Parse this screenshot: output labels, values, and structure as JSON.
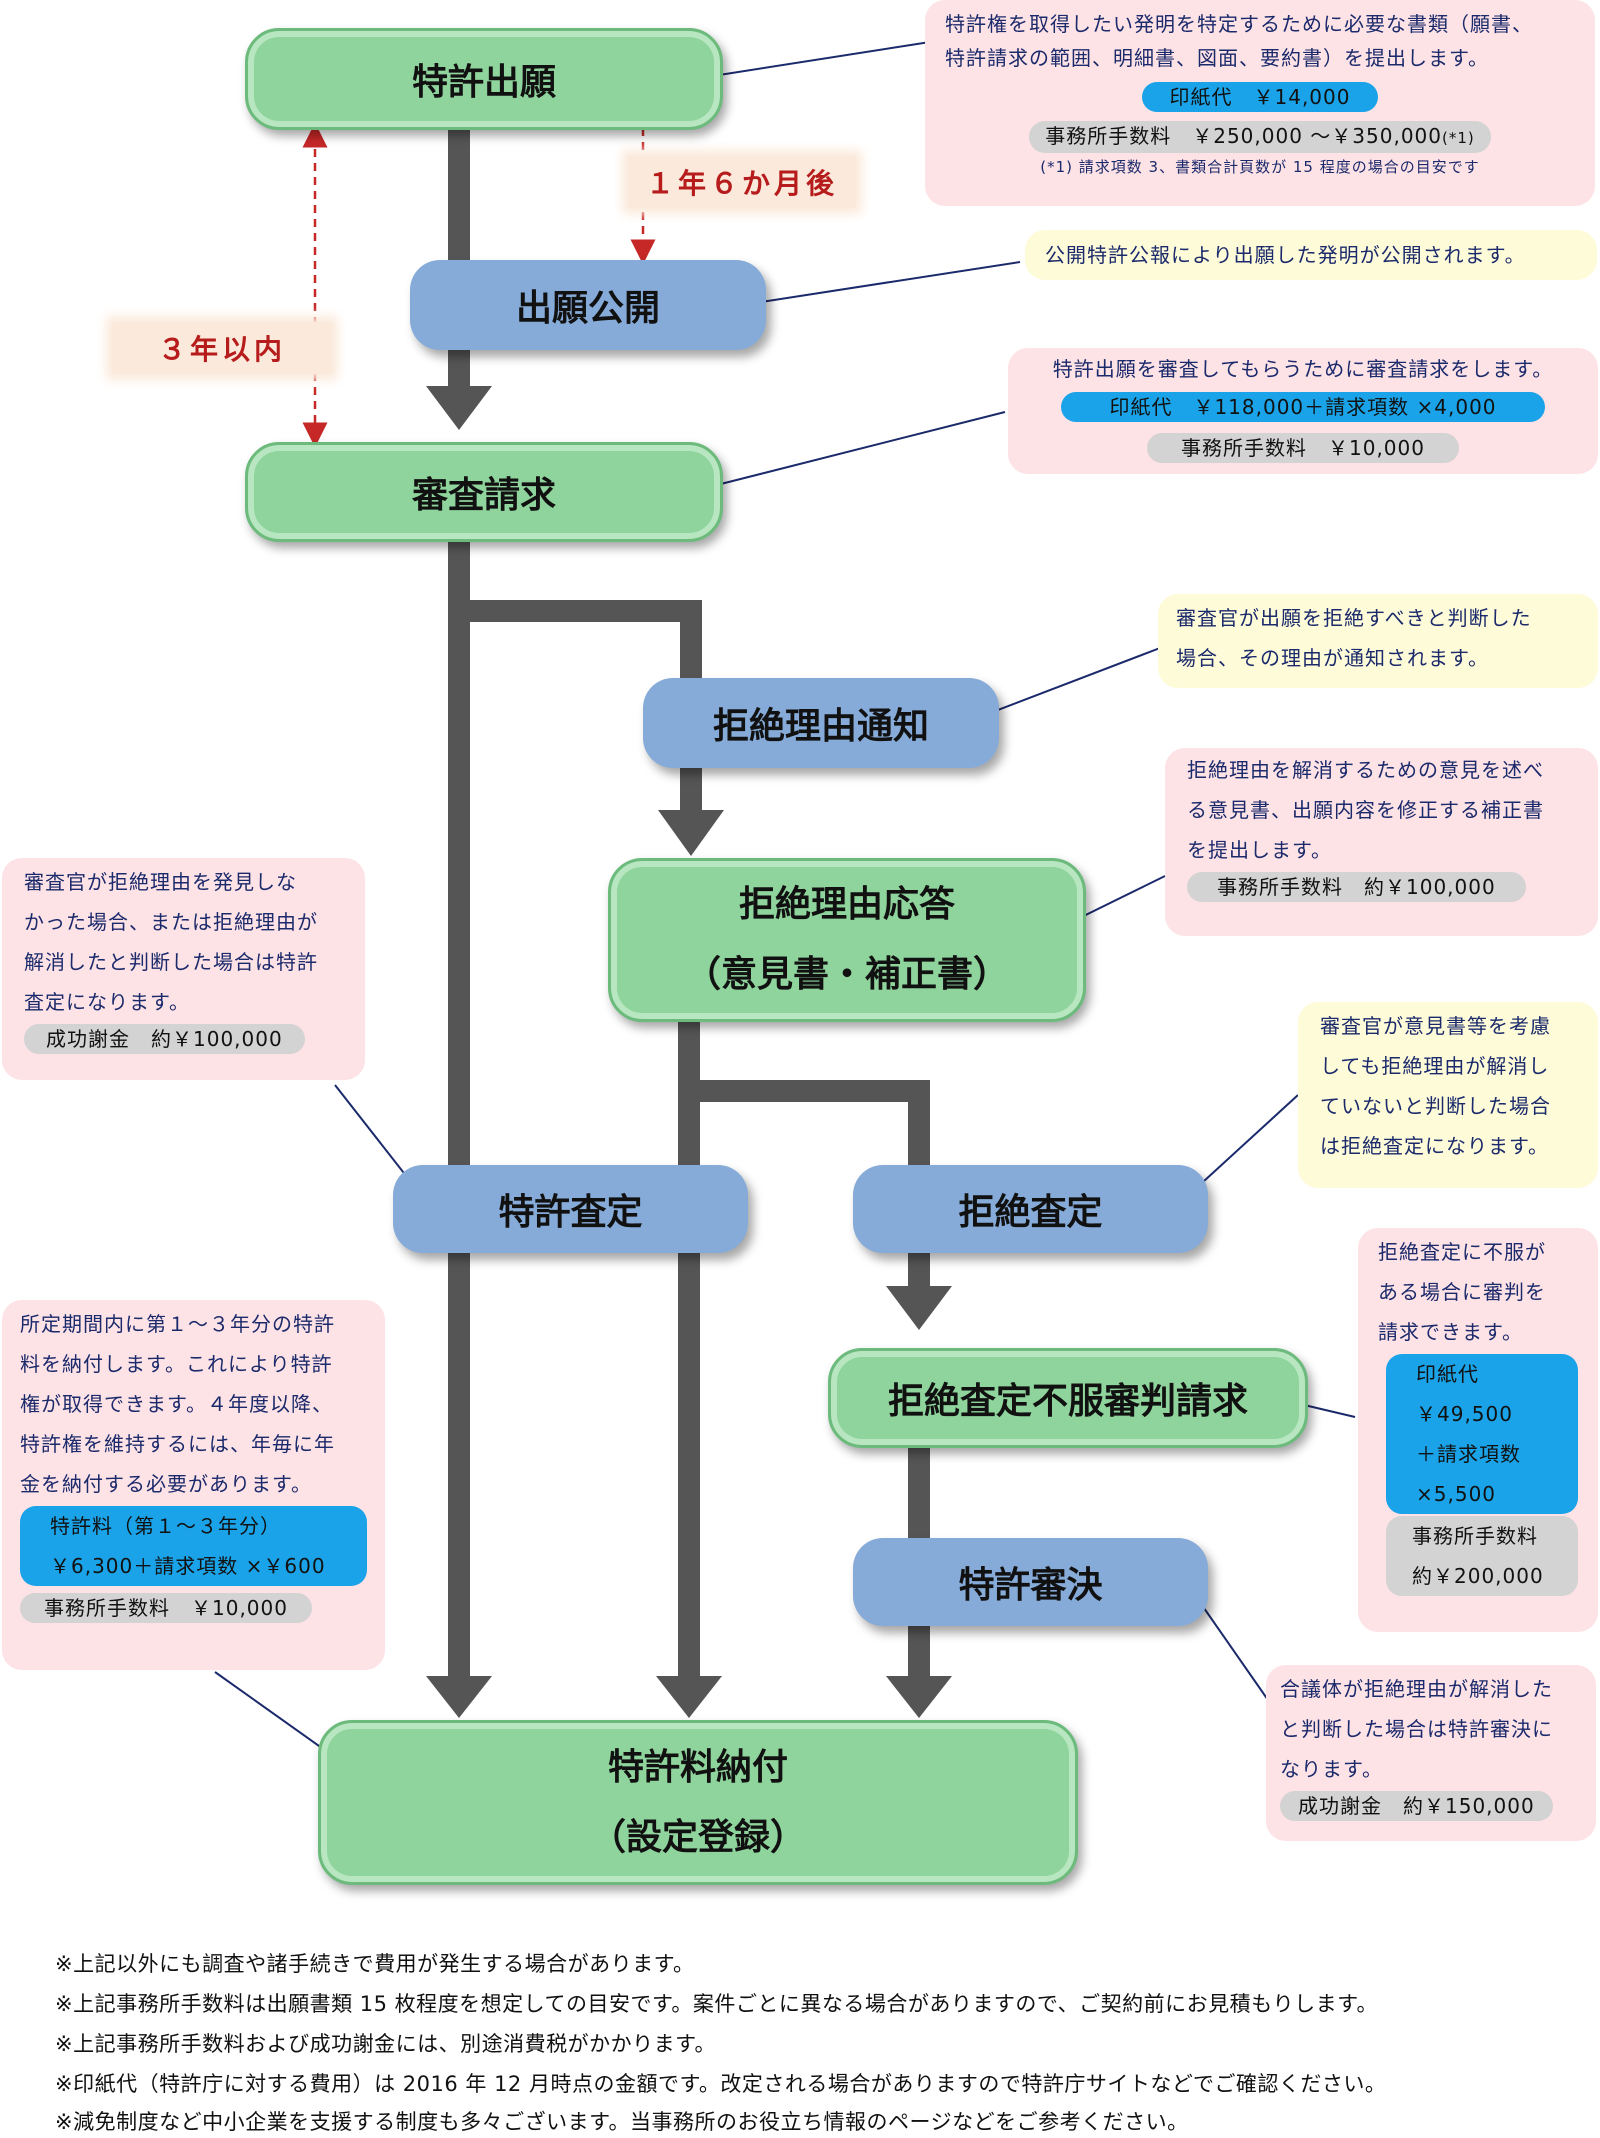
{
  "nodes": {
    "application": "特許出願",
    "publication": "出願公開",
    "exam_request": "審査請求",
    "rejection_notice": "拒絶理由通知",
    "response_1": "拒絶理由応答",
    "response_2": "（意見書・補正書）",
    "grant_decision": "特許査定",
    "rejection_decision": "拒絶査定",
    "appeal": "拒絶査定不服審判請求",
    "appeal_decision": "特許審決",
    "payment_1": "特許料納付",
    "payment_2": "（設定登録）"
  },
  "tags": {
    "months18": "１年６か月後",
    "years3": "３年以内"
  },
  "notes": {
    "application": {
      "line1": "特許権を取得したい発明を特定するために必要な書類（願書、",
      "line2": "特許請求の範囲、明細書、図面、要約書）を提出します。",
      "stamp": "印紙代　￥14,000",
      "fee": "事務所手数料　￥250,000 ～￥350,000",
      "fee_mark": "(*1)",
      "footnote": "(*1) 請求項数 3、書類合計頁数が 15 程度の場合の目安です"
    },
    "publication": {
      "line1": "公開特許公報により出願した発明が公開されます。"
    },
    "exam_request": {
      "line1": "特許出願を審査してもらうために審査請求をします。",
      "stamp": "印紙代　￥118,000＋請求項数 ×4,000",
      "fee": "事務所手数料　￥10,000"
    },
    "rejection_notice": {
      "line1": "審査官が出願を拒絶すべきと判断した",
      "line2": "場合、その理由が通知されます。"
    },
    "response": {
      "line1": "拒絶理由を解消するための意見を述べ",
      "line2": "る意見書、出願内容を修正する補正書",
      "line3": "を提出します。",
      "fee": "事務所手数料　約￥100,000"
    },
    "grant": {
      "line1": "審査官が拒絶理由を発見しな",
      "line2": "かった場合、または拒絶理由が",
      "line3": "解消したと判断した場合は特許",
      "line4": "査定になります。",
      "fee": "成功謝金　約￥100,000"
    },
    "rejection": {
      "line1": "審査官が意見書等を考慮",
      "line2": "しても拒絶理由が解消し",
      "line3": "ていないと判断した場合",
      "line4": "は拒絶査定になります。"
    },
    "appeal": {
      "line1": "拒絶査定に不服が",
      "line2": "ある場合に審判を",
      "line3": "請求できます。",
      "stamp1": "印紙代",
      "stamp2": "￥49,500",
      "stamp3": "＋請求項数",
      "stamp4": "×5,500",
      "fee1": "事務所手数料",
      "fee2": "約￥200,000"
    },
    "payment": {
      "line1": "所定期間内に第１～３年分の特許",
      "line2": "料を納付します。これにより特許",
      "line3": "権が取得できます。４年度以降、",
      "line4": "特許権を維持するには、年毎に年",
      "line5": "金を納付する必要があります。",
      "stamp1": "特許料（第１～３年分）",
      "stamp2": "￥6,300＋請求項数 ×￥600",
      "fee": "事務所手数料　￥10,000"
    },
    "appeal_decision": {
      "line1": "合議体が拒絶理由が解消した",
      "line2": "と判断した場合は特許審決に",
      "line3": "なります。",
      "fee": "成功謝金　約￥150,000"
    }
  },
  "footnotes": [
    "※上記以外にも調査や諸手続きで費用が発生する場合があります。",
    "※上記事務所手数料は出願書類 15 枚程度を想定しての目安です。案件ごとに異なる場合がありますので、ご契約前にお見積もりします。",
    "※上記事務所手数料および成功謝金には、別途消費税がかかります。",
    "※印紙代（特許庁に対する費用）は 2016 年 12 月時点の金額です。改定される場合がありますので特許庁サイトなどでご確認ください。",
    "※減免制度など中小企業を支援する制度も多々ございます。当事務所のお役立ち情報のページなどをご参考ください。"
  ],
  "colors": {
    "green_node": "#8fd49c",
    "blue_node": "#86abd8",
    "flow_arrow": "#555555",
    "pink_note": "#fde2e6",
    "yellow_note": "#fefbd9",
    "stamp_pill": "#1aa3e8",
    "fee_pill": "#d3d3d3",
    "tag_text": "#b71c1c"
  }
}
